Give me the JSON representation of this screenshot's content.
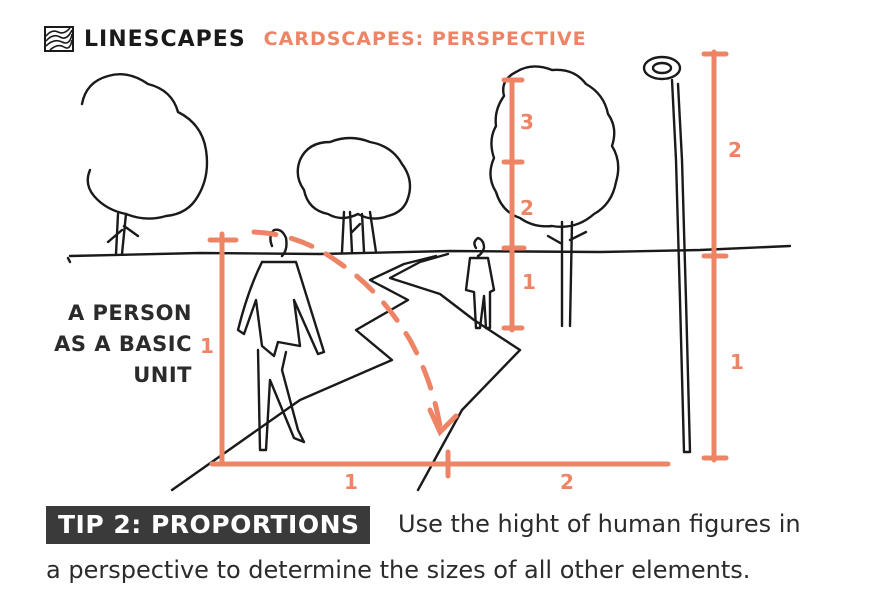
{
  "header": {
    "brand": "LINESCAPES",
    "series": "CARDSCAPES: PERSPECTIVE",
    "logo_icon": "topographic-lines-logo"
  },
  "label": {
    "line1": "A PERSON",
    "line2": "AS A BASIC",
    "line3": "UNIT"
  },
  "measurements": {
    "person_height": "1",
    "far_person": "1",
    "tree_segment_2": "2",
    "tree_segment_3": "3",
    "lamp_lower": "1",
    "lamp_upper": "2",
    "ground_left": "1",
    "ground_right": "2"
  },
  "tip": {
    "title": "TIP 2: PROPORTIONS",
    "text_line1": "Use the hight of human figures in",
    "text_line2": "a perspective to determine the sizes of all other elements."
  },
  "colors": {
    "accent": "#ee8466",
    "ink": "#1a1a1a",
    "tip_box": "#3a3a3a"
  }
}
